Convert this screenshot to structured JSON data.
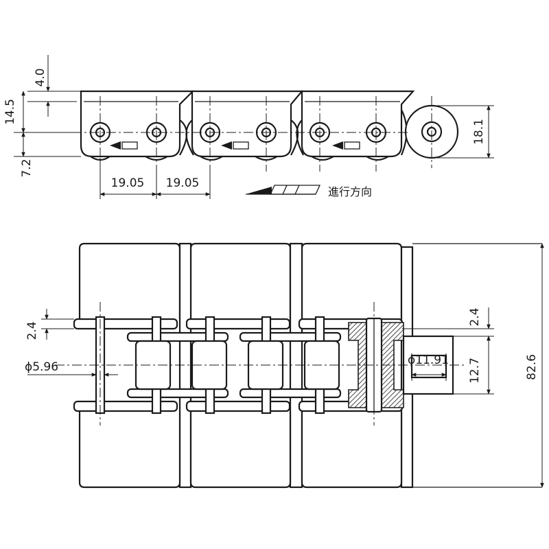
{
  "dimensions": {
    "top_offset": "4.0",
    "plate_height": "14.5",
    "below_pin": "7.2",
    "pitch_1": "19.05",
    "pitch_2": "19.05",
    "roller_height": "18.1",
    "link_plate_thickness_left": "2.4",
    "link_plate_thickness_right": "2.4",
    "pin_diameter": "ϕ5.96",
    "roller_diameter": "ϕ11.91",
    "inner_width": "12.7",
    "total_width": "82.6"
  },
  "direction_label": "進行方向"
}
